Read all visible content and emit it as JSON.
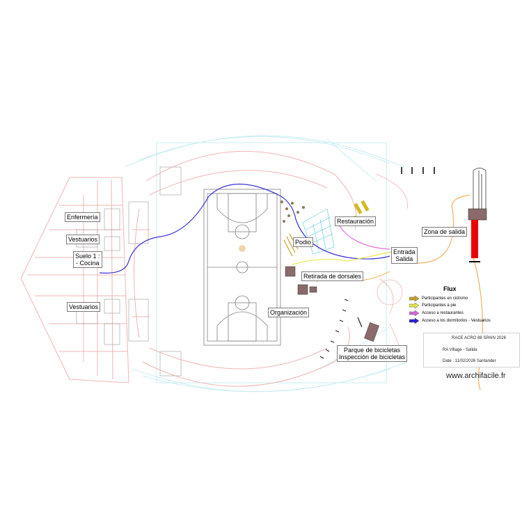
{
  "labels": {
    "enfermeria": "Enfermería",
    "vestuarios_top": "Vestuarios",
    "suelo": "Suelo 1 :",
    "cocina": "- Cocina",
    "vestuarios_bottom": "Vestuarios",
    "podio": "Podio",
    "restauracion": "Restauración",
    "entrada": "Entrada",
    "salida": "Salida",
    "zona_salida": "Zona de salida",
    "retirada": "Retirada de dorsales",
    "organizacion": "Organización",
    "parque": "Parque de bicicletas",
    "inspeccion": "Inspección de bicicletas"
  },
  "legend": {
    "title": "Flux",
    "items": [
      {
        "label": "Participantes en ciclismo",
        "color": "#c9a227"
      },
      {
        "label": "Participantes a pie",
        "color": "#e6e64a"
      },
      {
        "label": "Acceso a restaurantes",
        "color": "#d46ad4"
      },
      {
        "label": "Acceso a los dormitorios - Vestuarios",
        "color": "#2a1fd6"
      }
    ]
  },
  "titleblock": {
    "event": "RACE ACRO 88 SPAIN 2026",
    "subtitle": "RA Village - Salida",
    "date": "Date : 11/02/2026 Santander"
  },
  "watermark": "www.archifacile.fr",
  "colors": {
    "walls": "#f0b4b4",
    "faint": "#bfeaf0",
    "court": "#808080",
    "blue_route": "#3b32d8",
    "yellow_route": "#e8e84a",
    "orange_route": "#f0a040",
    "pink_route": "#e070e0",
    "ramp_red": "#ee0000"
  }
}
